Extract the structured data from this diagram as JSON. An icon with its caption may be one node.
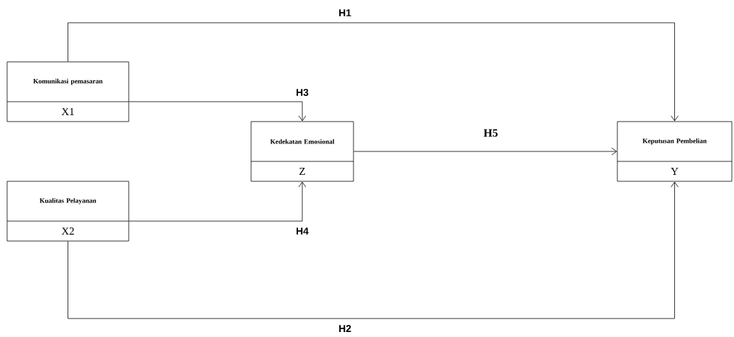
{
  "diagram": {
    "nodes": [
      {
        "text": [
          "Komunikasi pemasaran",
          "X1"
        ]
      },
      {
        "text": [
          "Kualitas Pelayanan",
          "X2"
        ]
      },
      {
        "text": [
          "Kedekatan Emosional",
          "Z"
        ]
      },
      {
        "text": [
          "Keputusan Pembelian",
          "Y"
        ]
      }
    ],
    "edges": [
      {
        "from": 0,
        "to": 3,
        "arrow": "to",
        "label": "H1"
      },
      {
        "from": 1,
        "to": 3,
        "arrow": "to",
        "label": "H2"
      },
      {
        "from": 0,
        "to": 2,
        "arrow": "to",
        "label": "H3"
      },
      {
        "from": 1,
        "to": 2,
        "arrow": "to",
        "label": "H4"
      },
      {
        "from": 2,
        "to": 3,
        "arrow": "to",
        "label": "H5"
      }
    ]
  }
}
